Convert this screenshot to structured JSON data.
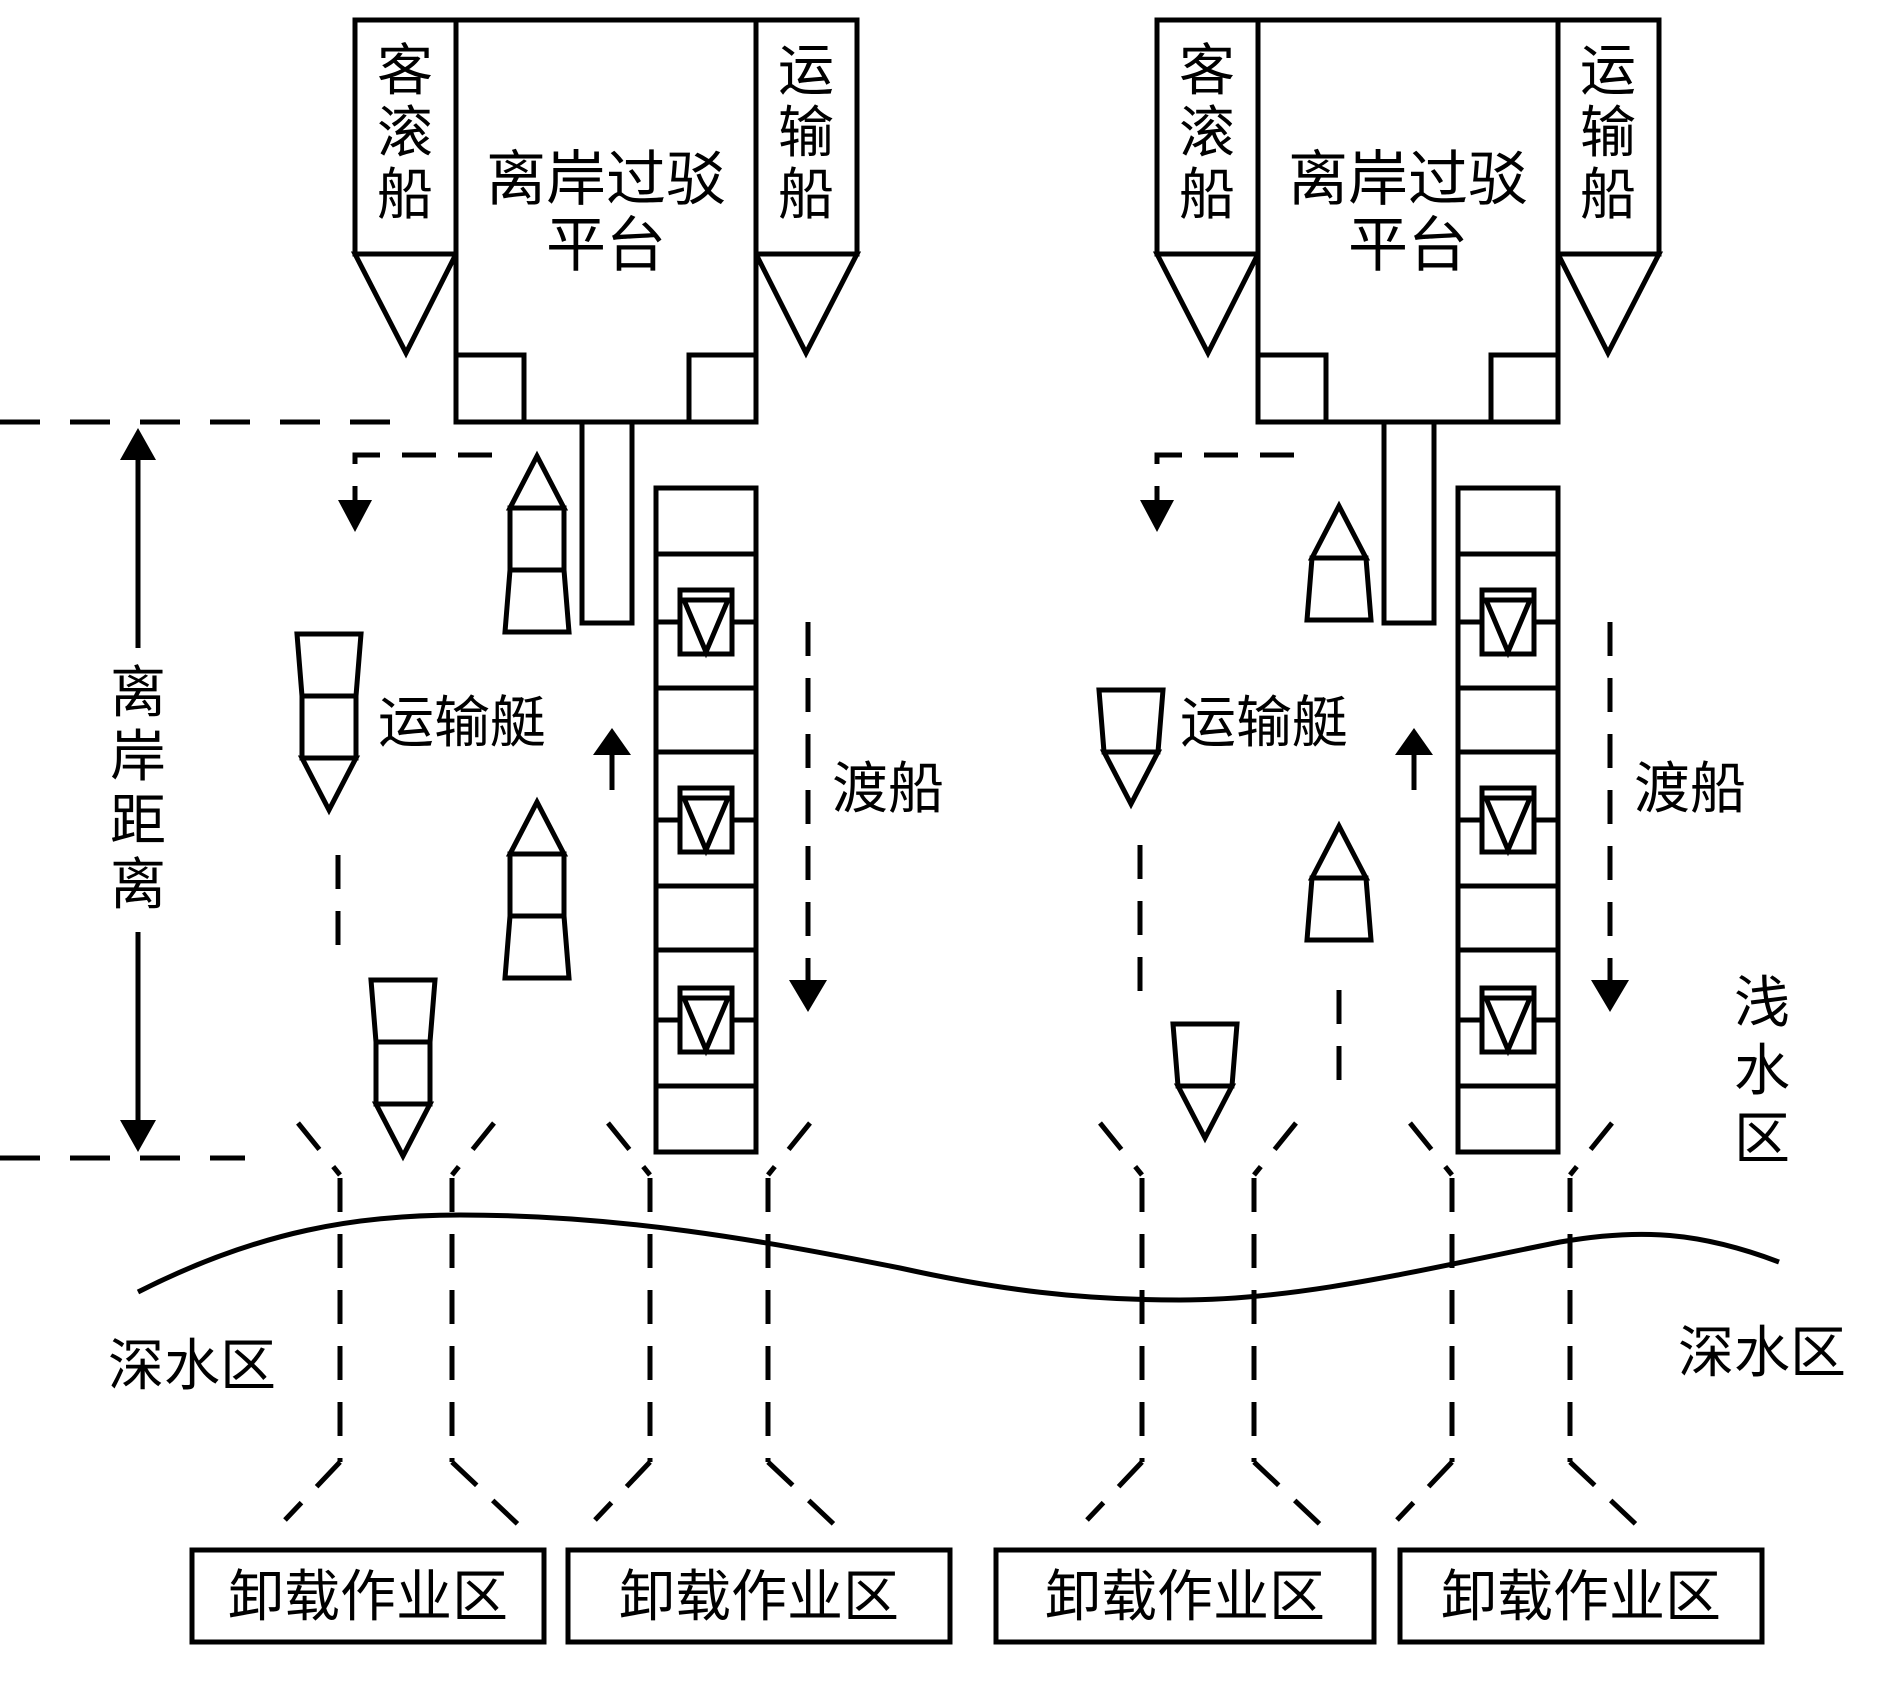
{
  "diagram": {
    "colors": {
      "stroke": "#000000",
      "background": "#ffffff"
    },
    "labels": {
      "ro_ro_ship": "客滚船",
      "transport_ship": "运输船",
      "platform_line1": "离岸过驳",
      "platform_line2": "平台",
      "transport_boat": "运输艇",
      "ferry": "渡船",
      "offshore_distance": "离岸距离",
      "shallow_water": "浅水区",
      "deep_water": "深水区",
      "unloading_zone": "卸载作业区"
    },
    "panels": [
      {
        "id": "left",
        "unloading_zones": [
          "卸载作业区",
          "卸载作业区"
        ]
      },
      {
        "id": "right",
        "unloading_zones": [
          "卸载作业区",
          "卸载作业区"
        ]
      }
    ]
  }
}
